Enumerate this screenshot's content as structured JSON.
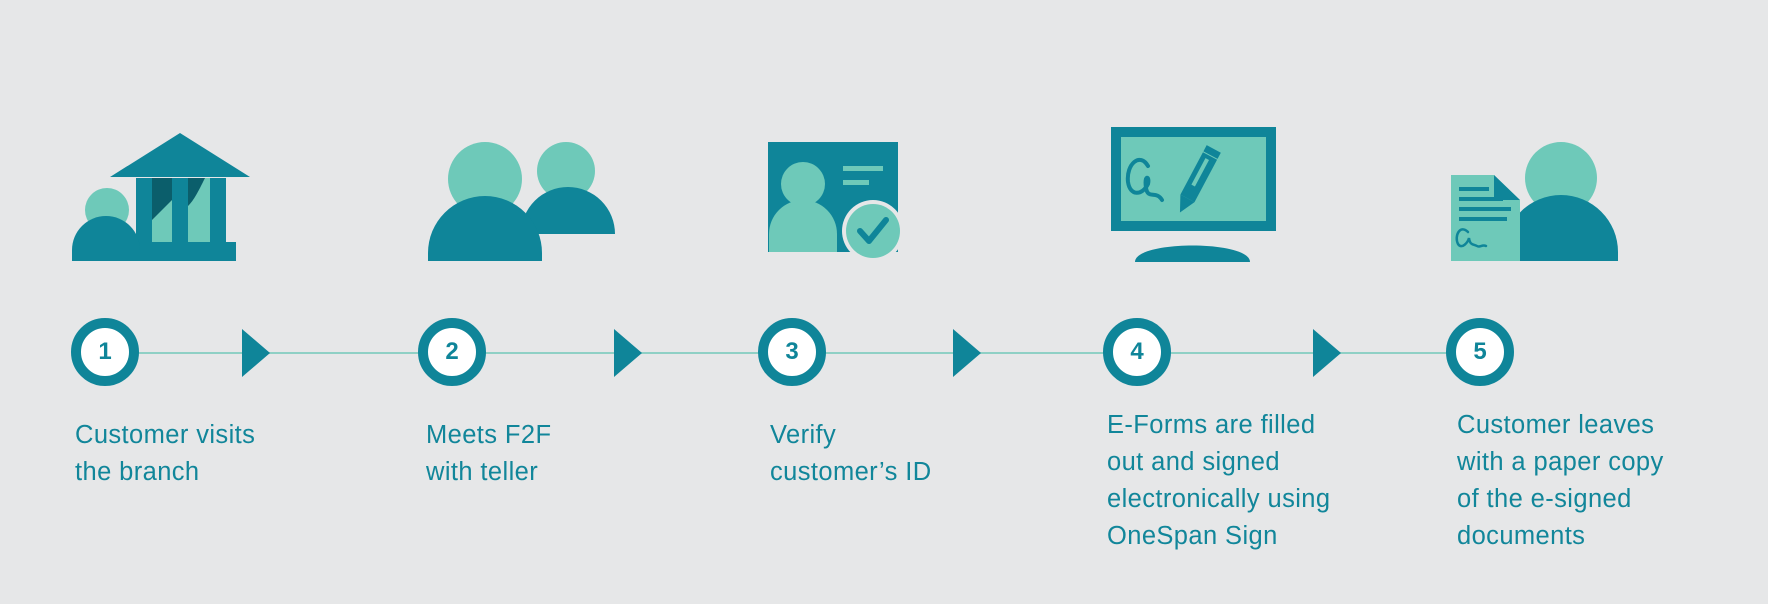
{
  "colors": {
    "background": "#e6e7e8",
    "dark_teal": "#0f8599",
    "light_teal": "#6ec9b9",
    "deep_teal": "#0b5e6b",
    "text": "#11869a",
    "line": "#8fd0c5"
  },
  "steps": [
    {
      "number": "1",
      "label": "Customer visits\nthe branch",
      "icon": "bank-customer-icon"
    },
    {
      "number": "2",
      "label": "Meets F2F\nwith teller",
      "icon": "two-people-icon"
    },
    {
      "number": "3",
      "label": "Verify\ncustomer’s ID",
      "icon": "id-card-verified-icon"
    },
    {
      "number": "4",
      "label": "E-Forms are filled\nout and signed\nelectronically using\nOneSpan Sign",
      "icon": "monitor-esign-icon"
    },
    {
      "number": "5",
      "label": "Customer leaves\nwith a paper copy\nof the e-signed\ndocuments",
      "icon": "customer-document-icon"
    }
  ]
}
